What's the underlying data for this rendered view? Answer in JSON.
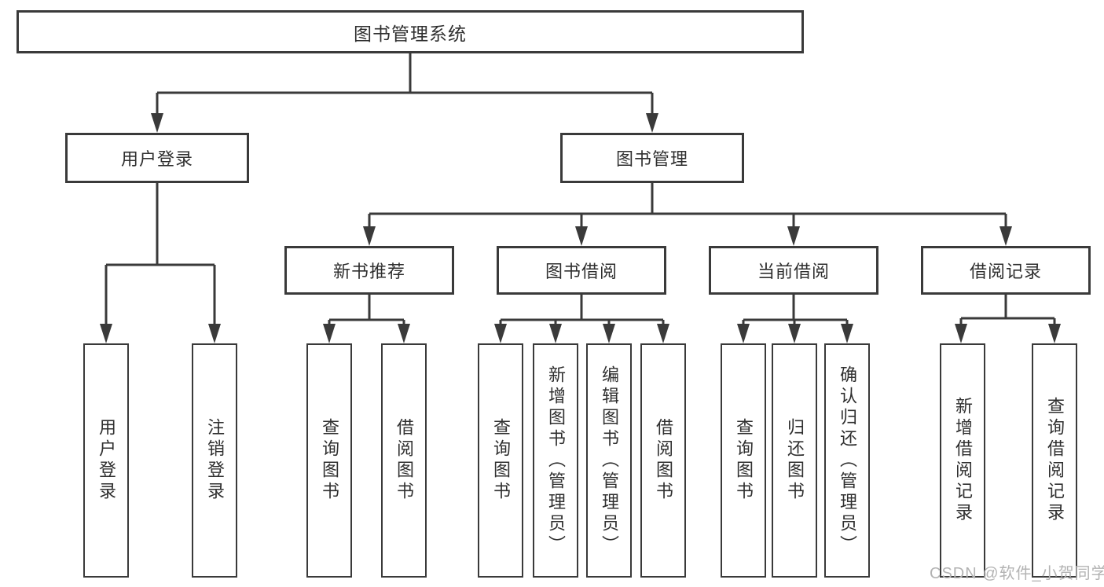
{
  "diagram": {
    "title": "图书管理系统",
    "watermark": "CSDN @软件_小贺同学",
    "colors": {
      "line": "#3a3a3a",
      "text": "#2f2f2f",
      "box_background": "#ffffff",
      "watermark": "#b3b3b3"
    },
    "tree": {
      "label": "图书管理系统",
      "children": [
        {
          "label": "用户登录",
          "children": [
            {
              "label": "用户登录"
            },
            {
              "label": "注销登录"
            }
          ]
        },
        {
          "label": "图书管理",
          "children": [
            {
              "label": "新书推荐",
              "children": [
                {
                  "label": "查询图书"
                },
                {
                  "label": "借阅图书"
                }
              ]
            },
            {
              "label": "图书借阅",
              "children": [
                {
                  "label": "查询图书"
                },
                {
                  "label": "新增图书（管理员）"
                },
                {
                  "label": "编辑图书（管理员）"
                },
                {
                  "label": "借阅图书"
                }
              ]
            },
            {
              "label": "当前借阅",
              "children": [
                {
                  "label": "查询图书"
                },
                {
                  "label": "归还图书"
                },
                {
                  "label": "确认归还（管理员）"
                }
              ]
            },
            {
              "label": "借阅记录",
              "children": [
                {
                  "label": "新增借阅记录"
                },
                {
                  "label": "查询借阅记录"
                }
              ]
            }
          ]
        }
      ]
    }
  }
}
